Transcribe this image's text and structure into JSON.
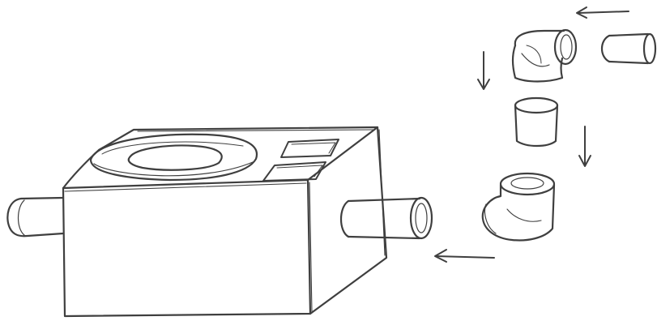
{
  "colors": {
    "paper": "#ffffff",
    "ink": "#3f3f3f",
    "shade": "#8a8a8a"
  },
  "figure": {
    "kind": "pencil sketch assembly diagram",
    "components": [
      {
        "name": "box",
        "icon": "box-icon"
      },
      {
        "name": "toilet-seat",
        "icon": "seat-icon"
      },
      {
        "name": "top-panel",
        "icon": "panel-icon"
      },
      {
        "name": "top-panel",
        "icon": "panel-icon"
      },
      {
        "name": "left-pipe-stub",
        "icon": "pipe-icon"
      },
      {
        "name": "right-pipe-stub",
        "icon": "pipe-icon"
      },
      {
        "name": "elbow-fitting-upper",
        "icon": "elbow-icon"
      },
      {
        "name": "straight-pipe-short",
        "icon": "pipe-icon"
      },
      {
        "name": "straight-pipe-middle",
        "icon": "pipe-icon"
      },
      {
        "name": "elbow-fitting-lower",
        "icon": "elbow-icon"
      }
    ],
    "arrows": [
      {
        "direction": "left",
        "icon": "arrow-left-icon"
      },
      {
        "direction": "down",
        "icon": "arrow-down-icon"
      },
      {
        "direction": "down",
        "icon": "arrow-down-icon"
      },
      {
        "direction": "left",
        "icon": "arrow-left-icon"
      }
    ]
  }
}
